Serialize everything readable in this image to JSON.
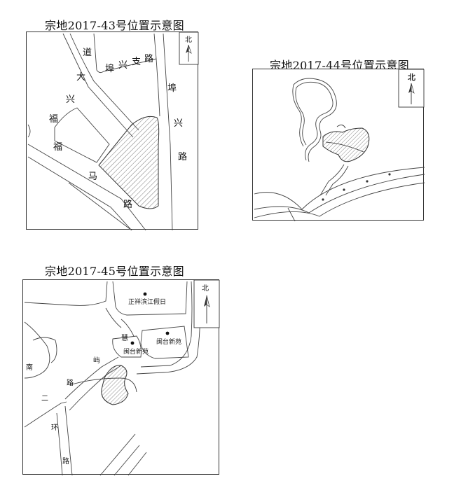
{
  "maps": [
    {
      "title": "宗地2017-43号位置示意图",
      "north": "北",
      "roads": [
        "道",
        "大",
        "兴",
        "福",
        "福",
        "埠",
        "兴",
        "支",
        "路",
        "埠",
        "兴",
        "路",
        "马",
        "路"
      ]
    },
    {
      "title": "宗地2017-44号位置示意图",
      "north": "北"
    },
    {
      "title": "宗地2017-45号位置示意图",
      "north": "北",
      "pois": [
        "正祥滨江假日",
        "闽台新苑",
        "闽台新苑"
      ],
      "roads": [
        "慧",
        "屿",
        "路",
        "南",
        "二",
        "环",
        "路"
      ]
    }
  ],
  "colors": {
    "line": "#444444",
    "hatch": "#555555",
    "frame": "#333333"
  }
}
